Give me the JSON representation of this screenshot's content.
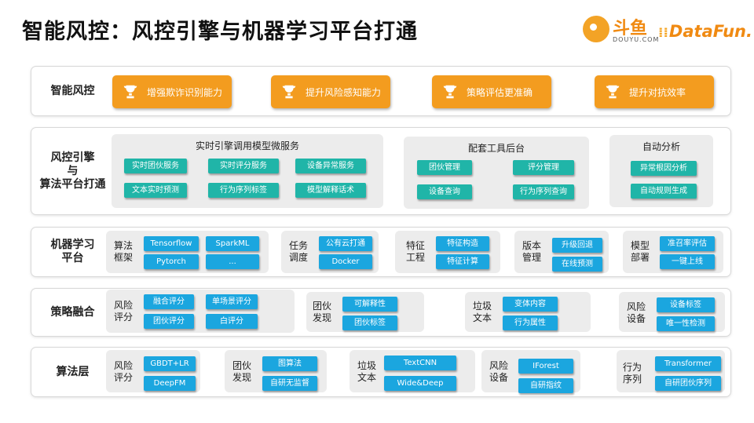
{
  "title": "智能风控：风控引擎与机器学习平台打通",
  "logos": {
    "douyu_cn": "斗鱼",
    "douyu_en": "DOUYU.COM",
    "datafun": "DataFun."
  },
  "rows": {
    "r1": {
      "label": "智能风控",
      "buttons": [
        "增强欺诈识别能力",
        "提升风险感知能力",
        "策略评估更准确",
        "提升对抗效率"
      ]
    },
    "r2": {
      "label": [
        "风控引擎",
        "与",
        "算法平台打通"
      ],
      "groups": [
        {
          "title": "实时引擎调用模型微服务",
          "tags": [
            "实时团伙服务",
            "实时评分服务",
            "设备异常服务",
            "文本实时预测",
            "行为序列标签",
            "模型解释话术"
          ]
        },
        {
          "title": "配套工具后台",
          "tags": [
            "团伙管理",
            "评分管理",
            "设备查询",
            "行为序列查询"
          ]
        },
        {
          "title": "自动分析",
          "tags": [
            "异常根因分析",
            "自动规则生成"
          ]
        }
      ]
    },
    "r3": {
      "label": [
        "机器学习",
        "平台"
      ],
      "groups": [
        {
          "label": [
            "算法",
            "框架"
          ],
          "tags": [
            "Tensorflow",
            "SparkML",
            "Pytorch",
            "..."
          ]
        },
        {
          "label": [
            "任务",
            "调度"
          ],
          "tags": [
            "公有云打通",
            "Docker"
          ]
        },
        {
          "label": [
            "特征",
            "工程"
          ],
          "tags": [
            "特征构造",
            "特征计算"
          ]
        },
        {
          "label": [
            "版本",
            "管理"
          ],
          "tags": [
            "升级回退",
            "在线预测"
          ]
        },
        {
          "label": [
            "模型",
            "部署"
          ],
          "tags": [
            "准召率评估",
            "一键上线"
          ]
        }
      ]
    },
    "r4": {
      "label": "策略融合",
      "groups": [
        {
          "label": [
            "风险",
            "评分"
          ],
          "tags": [
            "融合评分",
            "单场景评分",
            "团伙评分",
            "白评分"
          ]
        },
        {
          "label": [
            "团伙",
            "发现"
          ],
          "tags": [
            "可解释性",
            "团伙标签"
          ]
        },
        {
          "label": [
            "垃圾",
            "文本"
          ],
          "tags": [
            "变体内容",
            "行为属性"
          ]
        },
        {
          "label": [
            "风险",
            "设备"
          ],
          "tags": [
            "设备标签",
            "唯一性检测"
          ]
        }
      ]
    },
    "r5": {
      "label": "算法层",
      "groups": [
        {
          "label": [
            "风险",
            "评分"
          ],
          "tags": [
            "GBDT+LR",
            "DeepFM"
          ]
        },
        {
          "label": [
            "团伙",
            "发现"
          ],
          "tags": [
            "图算法",
            "自研无监督"
          ]
        },
        {
          "label": [
            "垃圾",
            "文本"
          ],
          "tags": [
            "TextCNN",
            "Wide&Deep"
          ]
        },
        {
          "label": [
            "风险",
            "设备"
          ],
          "tags": [
            "IForest",
            "自研指纹"
          ]
        },
        {
          "label": [
            "行为",
            "序列"
          ],
          "tags": [
            "Transformer",
            "自研团伙序列"
          ]
        }
      ]
    }
  },
  "colors": {
    "orange": "#f39c1f",
    "blue_tag": "#1ba6df",
    "teal_tag": "#20b5a8",
    "group_bg": "#ececec"
  },
  "icons": {
    "button_icon": "trophy-icon"
  }
}
